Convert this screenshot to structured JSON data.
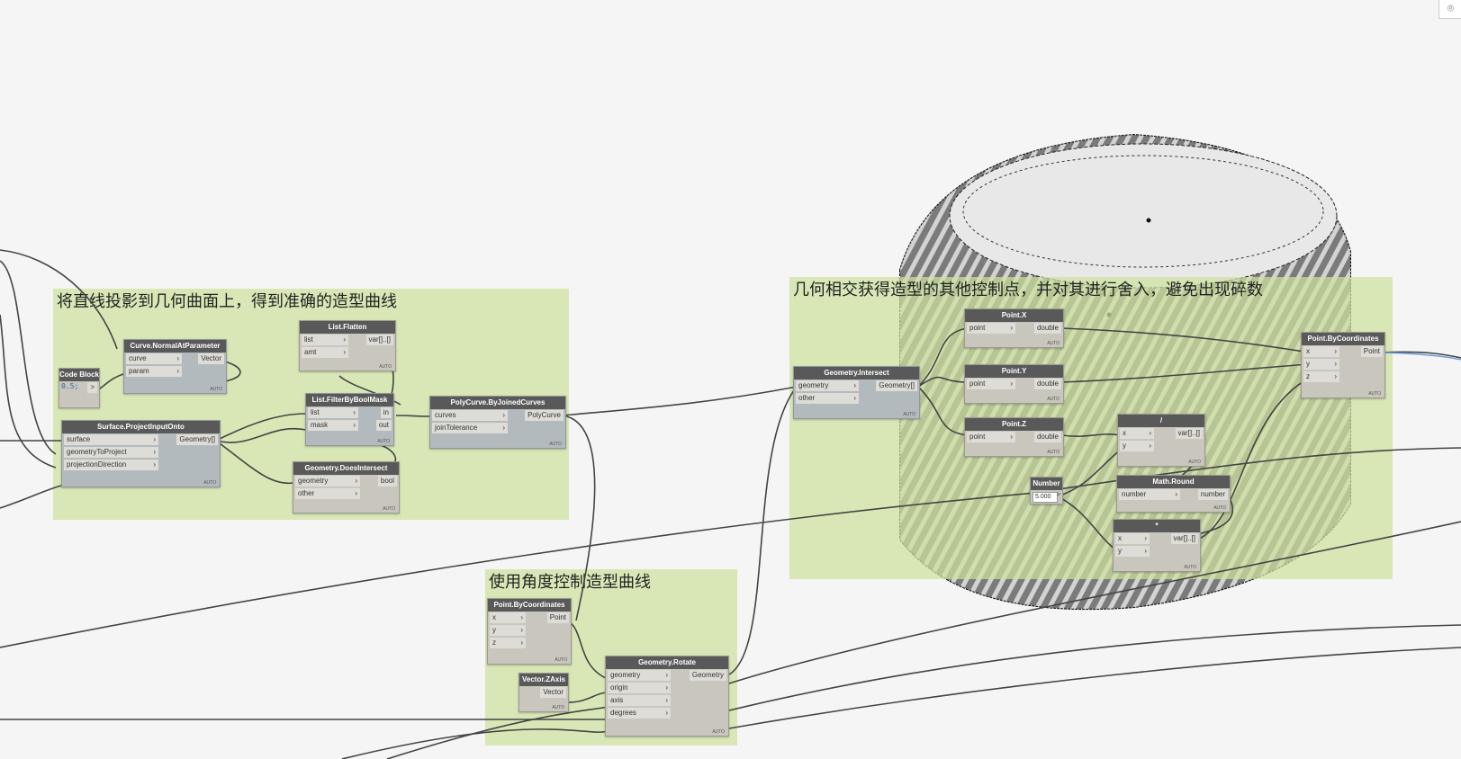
{
  "groups": [
    {
      "title": "将直线投影到几何曲面上，得到准确的造型曲线"
    },
    {
      "title": "几何相交获得造型的其他控制点，并对其进行舍入，避免出现碎数"
    },
    {
      "title": "使用角度控制造型曲线"
    }
  ],
  "nodes": {
    "code_block": {
      "title": "Code Block",
      "code": "0.5;",
      "out": ">"
    },
    "normal_at_param": {
      "title": "Curve.NormalAtParameter",
      "inputs": [
        "curve",
        "param"
      ],
      "output": "Vector",
      "lacing": "AUTO"
    },
    "project_input": {
      "title": "Surface.ProjectInputOnto",
      "inputs": [
        "surface",
        "geometryToProject",
        "projectionDirection"
      ],
      "output": "Geometry[]",
      "lacing": "AUTO"
    },
    "list_flatten": {
      "title": "List.Flatten",
      "inputs": [
        "list",
        "amt"
      ],
      "output": "var[]..[]",
      "lacing": "AUTO"
    },
    "filter_mask": {
      "title": "List.FilterByBoolMask",
      "inputs": [
        "list",
        "mask"
      ],
      "outputs": [
        "in",
        "out"
      ],
      "lacing": "AUTO"
    },
    "does_intersect": {
      "title": "Geometry.DoesIntersect",
      "inputs": [
        "geometry",
        "other"
      ],
      "output": "bool",
      "lacing": "AUTO"
    },
    "polycurve": {
      "title": "PolyCurve.ByJoinedCurves",
      "inputs": [
        "curves",
        "joinTolerance"
      ],
      "output": "PolyCurve",
      "lacing": "AUTO"
    },
    "intersect": {
      "title": "Geometry.Intersect",
      "inputs": [
        "geometry",
        "other"
      ],
      "output": "Geometry[]",
      "lacing": "AUTO"
    },
    "point_x": {
      "title": "Point.X",
      "inputs": [
        "point"
      ],
      "output": "double",
      "lacing": "AUTO"
    },
    "point_y": {
      "title": "Point.Y",
      "inputs": [
        "point"
      ],
      "output": "double",
      "lacing": "AUTO"
    },
    "point_z": {
      "title": "Point.Z",
      "inputs": [
        "point"
      ],
      "output": "double",
      "lacing": "AUTO"
    },
    "divide": {
      "title": "/",
      "inputs": [
        "x",
        "y"
      ],
      "output": "var[]..[]",
      "lacing": "AUTO"
    },
    "number": {
      "title": "Number",
      "value": "5.000",
      "out": ">"
    },
    "math_round": {
      "title": "Math.Round",
      "inputs": [
        "number"
      ],
      "output": "number",
      "lacing": "AUTO"
    },
    "multiply": {
      "title": "*",
      "inputs": [
        "x",
        "y"
      ],
      "output": "var[]..[]",
      "lacing": "AUTO"
    },
    "point_by_coords_right": {
      "title": "Point.ByCoordinates",
      "inputs": [
        "x",
        "y",
        "z"
      ],
      "output": "Point",
      "lacing": "AUTO"
    },
    "point_by_coords_bottom": {
      "title": "Point.ByCoordinates",
      "inputs": [
        "x",
        "y",
        "z"
      ],
      "output": "Point",
      "lacing": "AUTO"
    },
    "vector_z": {
      "title": "Vector.ZAxis",
      "output": "Vector",
      "lacing": "AUTO"
    },
    "rotate": {
      "title": "Geometry.Rotate",
      "inputs": [
        "geometry",
        "origin",
        "axis",
        "degrees"
      ],
      "output": "Geometry",
      "lacing": "AUTO"
    }
  },
  "colors": {
    "group": "#cfe2a0",
    "node_header": "#595959",
    "background": "#f5f5f5",
    "wire": "#444444"
  },
  "icons": {
    "top_right": "camera-icon"
  }
}
